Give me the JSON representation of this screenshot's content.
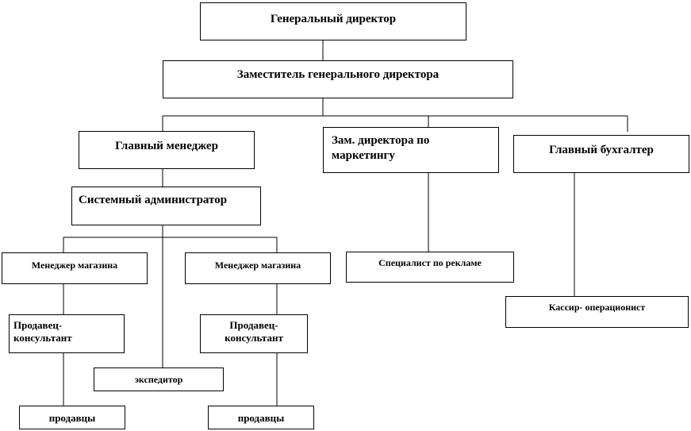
{
  "diagram": {
    "nodes": {
      "ceo": "Генеральный директор",
      "deputy_ceo": "Заместитель генерального директора",
      "chief_manager": "Главный менеджер",
      "deputy_marketing": "Зам. директора по маркетингу",
      "chief_accountant": "Главный бухгалтер",
      "sys_admin": "Системный администратор",
      "store_manager_1": "Менеджер магазина",
      "store_manager_2": "Менеджер магазина",
      "ad_specialist": "Специалист по рекламе",
      "consultant_1": "Продавец-консультант",
      "consultant_2": "Продавец-консультант",
      "cashier": "Кассир- операционист",
      "forwarder": "экспедитор",
      "sellers_1": "продавцы",
      "sellers_2": "продавцы"
    }
  }
}
